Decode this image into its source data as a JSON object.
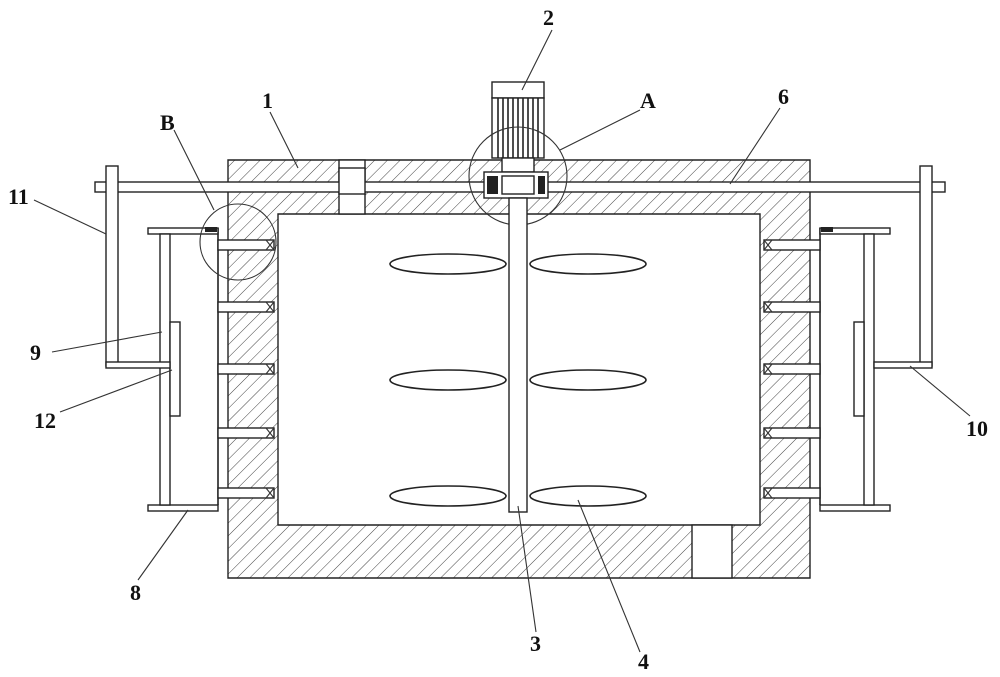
{
  "labels": {
    "body": "1",
    "motor": "2",
    "shaft": "3",
    "blade": "4",
    "rod": "6",
    "bottom_plate": "8",
    "left_frame": "9",
    "right_plate": "10",
    "left_arm": "11",
    "left_block": "12",
    "detail_a": "A",
    "detail_b": "B"
  }
}
